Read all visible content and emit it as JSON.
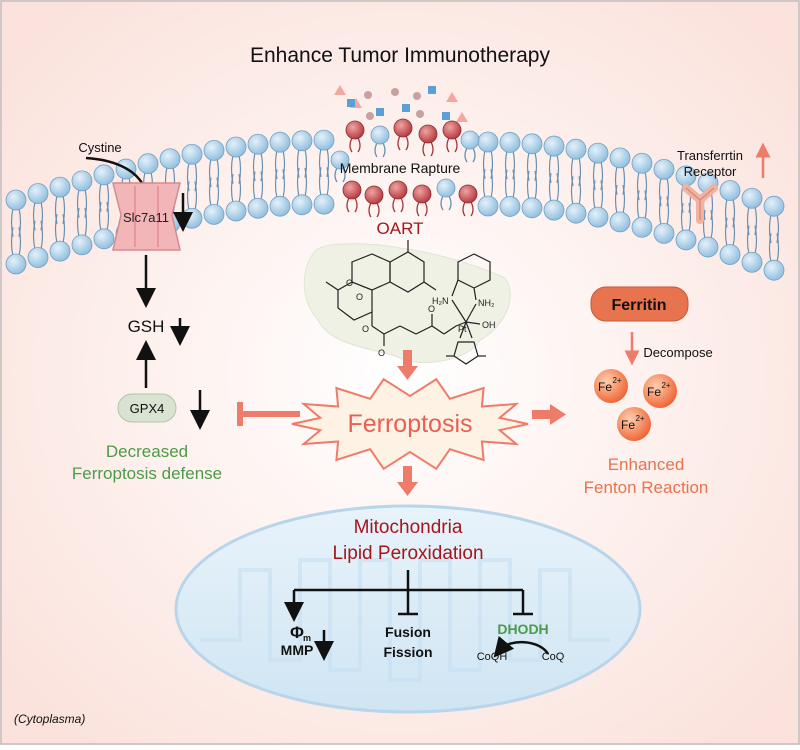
{
  "title": "Enhance Tumor Immunotherapy",
  "membrane": {
    "rupture_label": "Membrane Rapture",
    "transporter_label": "Slc7a11",
    "cystine_label": "Cystine",
    "receptor_label_line1": "Transferrtin",
    "receptor_label_line2": "Receptor"
  },
  "drug": {
    "name": "OART",
    "atoms": {
      "metal": "Pt",
      "amine": "NH2",
      "hydroxyl": "OH"
    }
  },
  "left_pathway": {
    "gsh_label": "GSH",
    "gpx4_label": "GPX4",
    "defense_line1": "Decreased",
    "defense_line2": "Ferroptosis defense"
  },
  "center": {
    "ferroptosis_label": "Ferroptosis"
  },
  "right_pathway": {
    "ferritin_label": "Ferritin",
    "decompose_label": "Decompose",
    "iron_ion": "Fe",
    "iron_charge": "2+",
    "fenton_line1": "Enhanced",
    "fenton_line2": "Fenton Reaction"
  },
  "mitochondria": {
    "title_line1": "Mitochondria",
    "title_line2": "Lipid Peroxidation",
    "phi_symbol": "Φ",
    "phi_sub": "m",
    "mmp_label": "MMP",
    "fusion_label": "Fusion",
    "fission_label": "Fission",
    "dhodh_label": "DHODH",
    "coqh_label": "CoQH",
    "coq_label": "CoQ"
  },
  "footer": {
    "compartment_label": "(Cytoplasma)"
  },
  "colors": {
    "dark_red": "#a4161a",
    "salmon": "#ef7b6a",
    "green": "#4c9a4a",
    "orange_text": "#e8734f",
    "lipid_head": "#a9cfe8",
    "ruptured_head": "#c6484c"
  }
}
